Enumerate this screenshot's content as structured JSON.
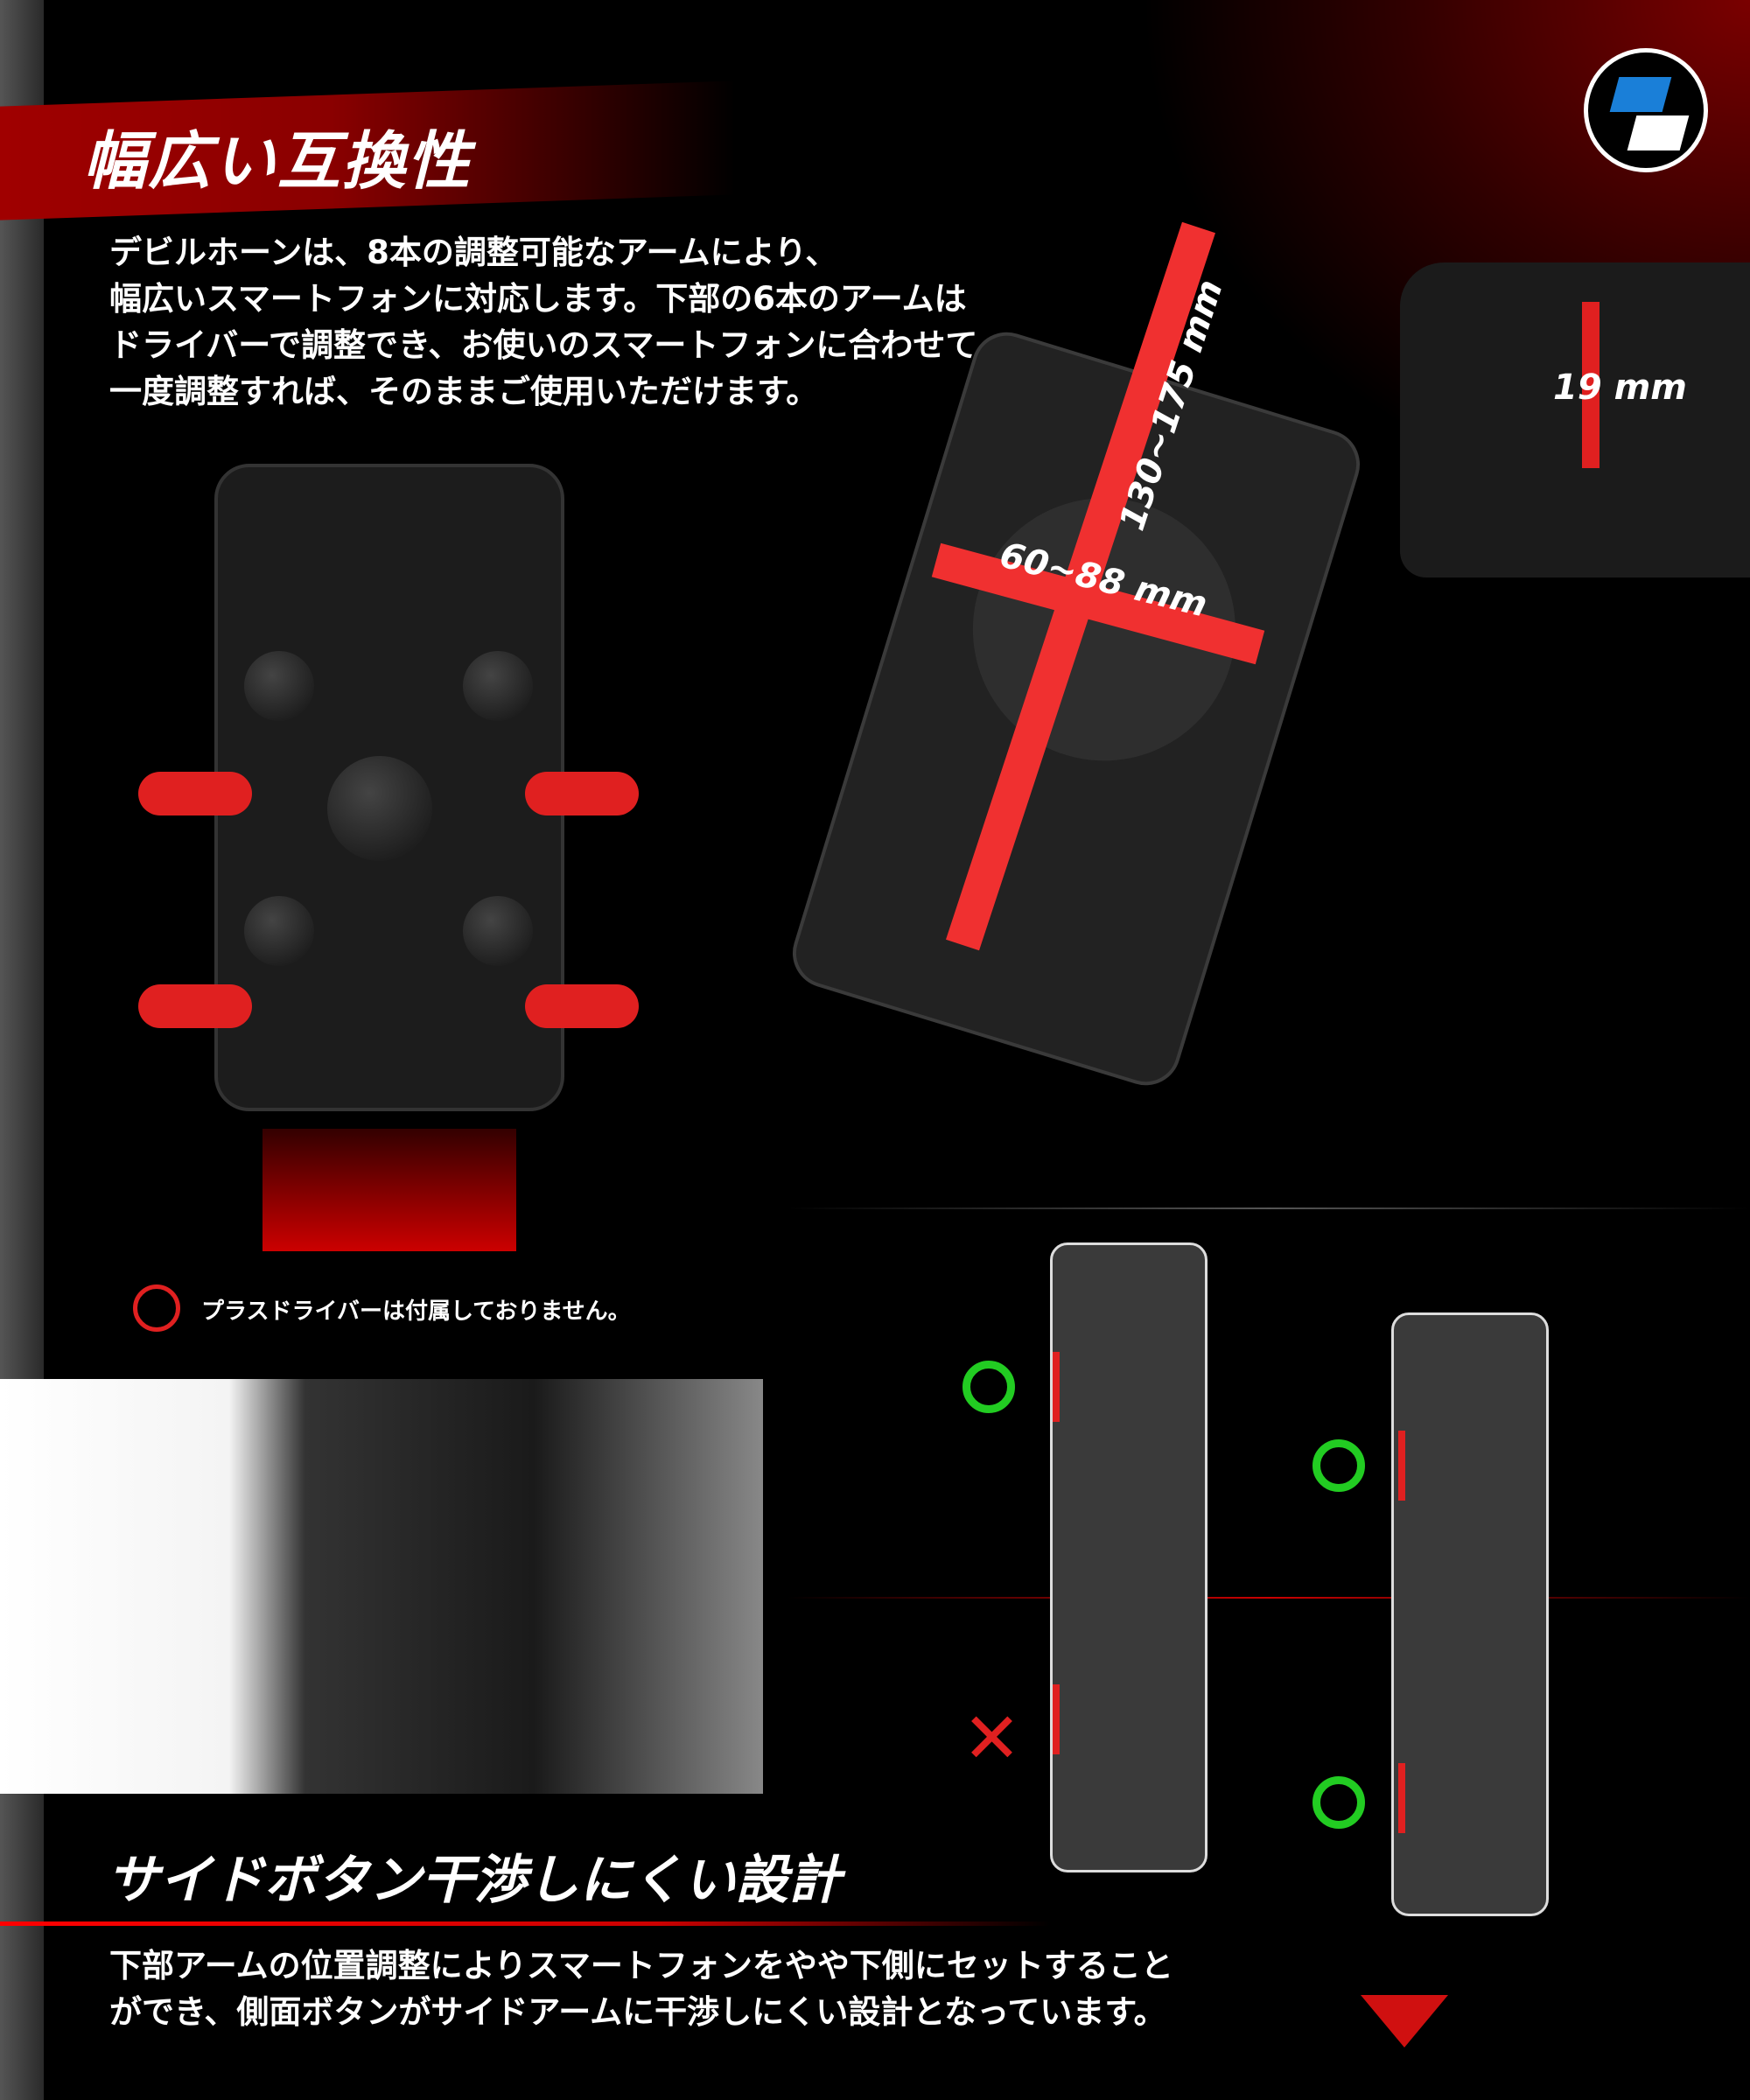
{
  "section1": {
    "title": "幅広い互換性",
    "body_lines": [
      "デビルホーンは、8本の調整可能なアームにより、",
      "幅広いスマートフォンに対応します。下部の6本のアームは",
      "ドライバーで調整でき、お使いのスマートフォンに合わせて",
      "一度調整すれば、そのままご使用いただけます。"
    ],
    "dimensions": {
      "height": "130~175 mm",
      "width": "60~88 mm",
      "grip": "19 mm"
    },
    "note": "プラスドライバーは付属しておりません。",
    "icons": {
      "badge": "compatibility-blocks-icon",
      "note": "no-screwdriver-icon"
    }
  },
  "section2": {
    "title": "サイドボタン干渉しにくい設計",
    "body_lines": [
      "下部アームの位置調整によりスマートフォンをやや下側にセットすること",
      "ができ、側面ボタンがサイドアームに干渉しにくい設計となっています。"
    ]
  },
  "colors": {
    "accent": "#e02020",
    "ok": "#22cc22",
    "background": "#000000"
  }
}
